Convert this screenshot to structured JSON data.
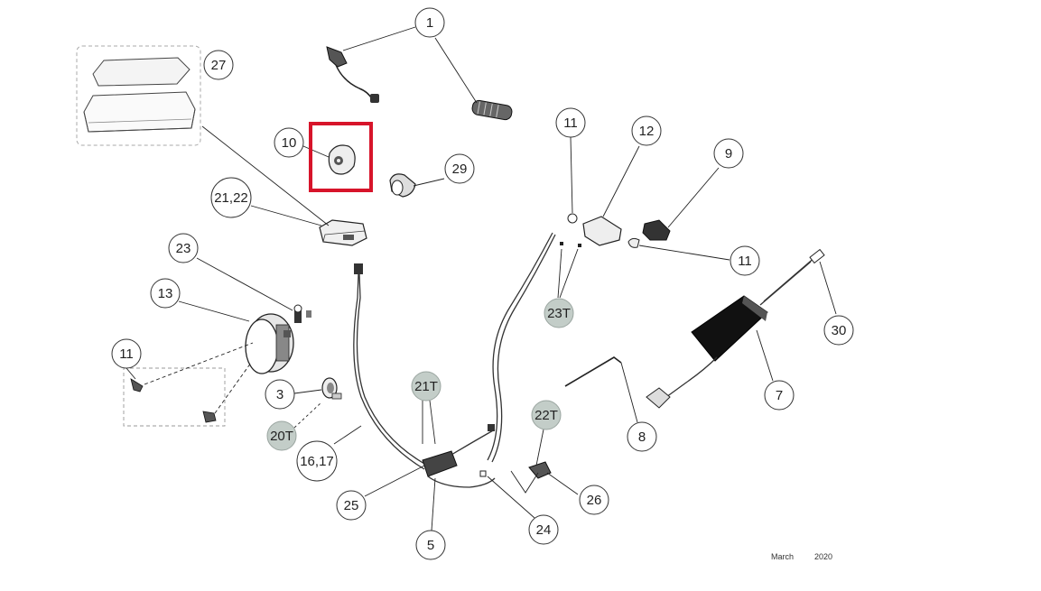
{
  "diagram": {
    "callouts": [
      {
        "id": "c1",
        "label": "1"
      },
      {
        "id": "c27",
        "label": "27"
      },
      {
        "id": "c10",
        "label": "10"
      },
      {
        "id": "c29",
        "label": "29"
      },
      {
        "id": "c2122",
        "label": "21,22"
      },
      {
        "id": "c23",
        "label": "23"
      },
      {
        "id": "c13",
        "label": "13"
      },
      {
        "id": "c11a",
        "label": "11"
      },
      {
        "id": "c3",
        "label": "3"
      },
      {
        "id": "c20t",
        "label": "20T"
      },
      {
        "id": "c1617",
        "label": "16,17"
      },
      {
        "id": "c21t",
        "label": "21T"
      },
      {
        "id": "c25",
        "label": "25"
      },
      {
        "id": "c5",
        "label": "5"
      },
      {
        "id": "c24",
        "label": "24"
      },
      {
        "id": "c22t",
        "label": "22T"
      },
      {
        "id": "c26",
        "label": "26"
      },
      {
        "id": "c11b",
        "label": "11"
      },
      {
        "id": "c12",
        "label": "12"
      },
      {
        "id": "c9",
        "label": "9"
      },
      {
        "id": "c11c",
        "label": "11"
      },
      {
        "id": "c23t",
        "label": "23T"
      },
      {
        "id": "c30",
        "label": "30"
      },
      {
        "id": "c7",
        "label": "7"
      },
      {
        "id": "c8",
        "label": "8"
      }
    ],
    "highlight_color": "#d7142a",
    "shaded_callout_color": "#c3cdc8"
  },
  "footer": {
    "month": "March",
    "year": "2020"
  }
}
